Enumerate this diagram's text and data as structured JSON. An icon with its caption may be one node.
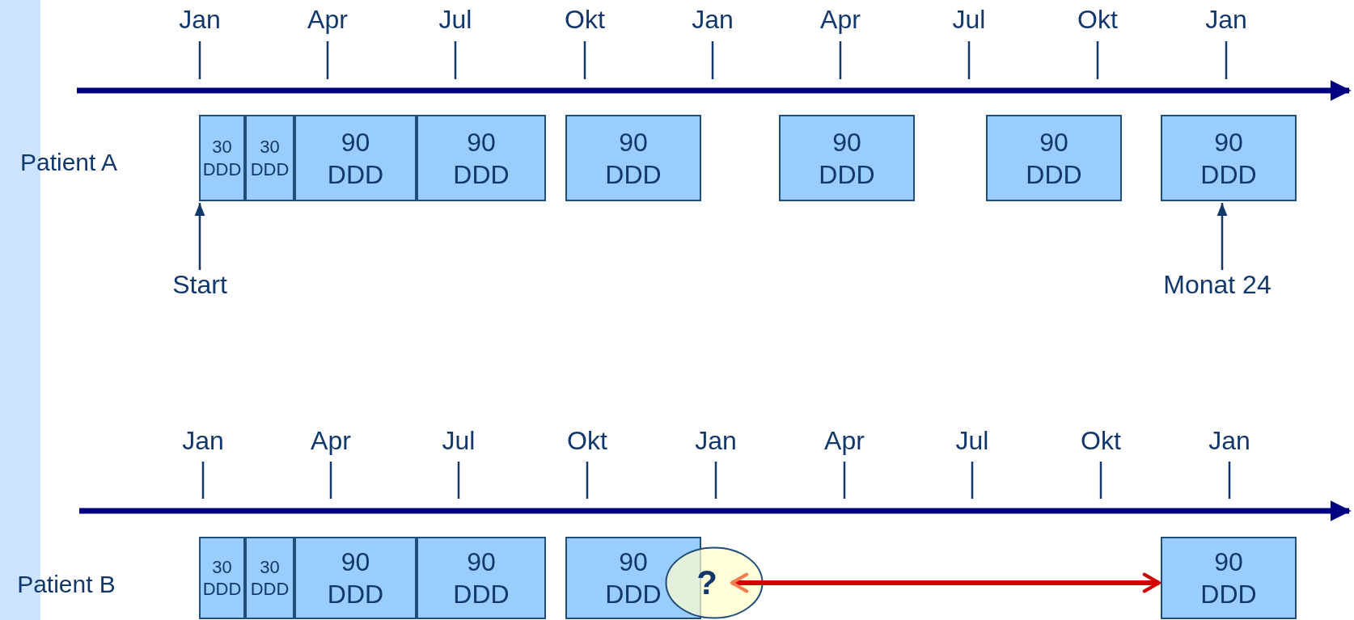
{
  "diagram": {
    "nodes": [
      {
        "text": [],
        "shape": "bar"
      },
      {
        "text": [
          "30 DDD"
        ]
      },
      {
        "text": [
          "30 DDD"
        ]
      },
      {
        "text": [
          "90 DDD"
        ]
      },
      {
        "text": [
          "90 DDD"
        ]
      },
      {
        "text": [
          "90 DDD"
        ]
      },
      {
        "text": [
          "90 DDD"
        ]
      },
      {
        "text": [
          "90 DDD"
        ]
      },
      {
        "text": [
          "90 DDD"
        ]
      },
      {
        "text": [
          "Start"
        ]
      },
      {
        "text": [
          "Monat 24"
        ]
      },
      {
        "text": [
          "30 DDD"
        ]
      },
      {
        "text": [
          "30 DDD"
        ]
      },
      {
        "text": [
          "90 DDD"
        ]
      },
      {
        "text": [
          "90 DDD"
        ]
      },
      {
        "text": [
          "90 DDD"
        ]
      },
      {
        "text": [
          "?"
        ]
      },
      {
        "text": [
          "90 DDD"
        ]
      }
    ],
    "edges": [
      {
        "from": 9,
        "to": 1,
        "arrow": "to"
      },
      {
        "from": 10,
        "to": 8,
        "arrow": "to"
      },
      {
        "from": 16,
        "to": 17,
        "arrow": "both",
        "style": "thick",
        "color": "#d40000"
      }
    ],
    "labels": [
      "Jan",
      "Apr",
      "Jul",
      "Okt",
      "Jan",
      "Apr",
      "Jul",
      "Okt",
      "Jan",
      "Patient A",
      "Jan",
      "Apr",
      "Jul",
      "Okt",
      "Jan",
      "Apr",
      "Jul",
      "Okt",
      "Jan",
      "Patient B"
    ]
  }
}
